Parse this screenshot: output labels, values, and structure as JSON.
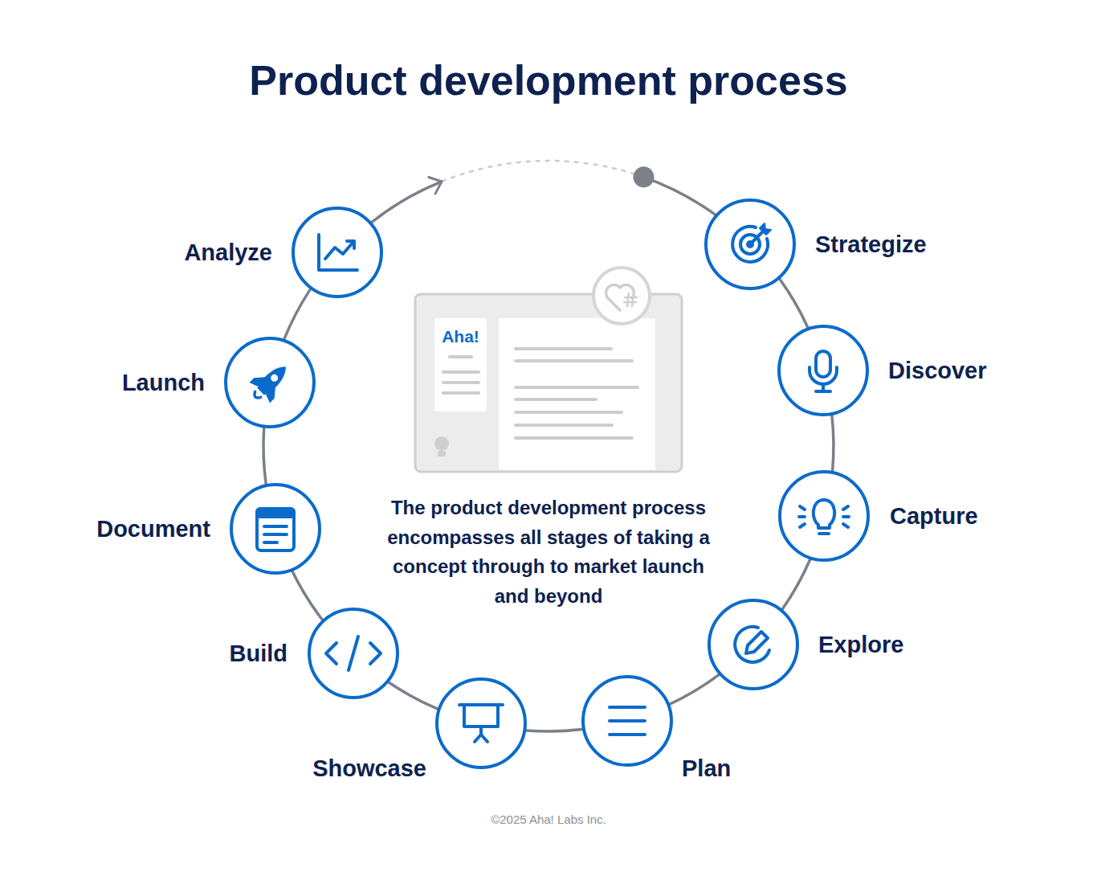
{
  "diagram": {
    "title": "Product development process",
    "caption": "The product development process encompasses all stages of taking a concept through to market launch and beyond",
    "nodes": [
      {
        "text": [
          "Strategize"
        ]
      },
      {
        "text": [
          "Discover"
        ]
      },
      {
        "text": [
          "Capture"
        ]
      },
      {
        "text": [
          "Explore"
        ]
      },
      {
        "text": [
          "Plan"
        ]
      },
      {
        "text": [
          "Showcase"
        ]
      },
      {
        "text": [
          "Build"
        ]
      },
      {
        "text": [
          "Document"
        ]
      },
      {
        "text": [
          "Launch"
        ]
      },
      {
        "text": [
          "Analyze"
        ]
      }
    ],
    "edges": [
      {
        "from": 0,
        "to": 1,
        "arrow": "none"
      },
      {
        "from": 1,
        "to": 2,
        "arrow": "none"
      },
      {
        "from": 2,
        "to": 3,
        "arrow": "none"
      },
      {
        "from": 3,
        "to": 4,
        "arrow": "none"
      },
      {
        "from": 4,
        "to": 5,
        "arrow": "none"
      },
      {
        "from": 5,
        "to": 6,
        "arrow": "none"
      },
      {
        "from": 6,
        "to": 7,
        "arrow": "none"
      },
      {
        "from": 7,
        "to": 8,
        "arrow": "none"
      },
      {
        "from": 8,
        "to": 9,
        "arrow": "none"
      },
      {
        "from": 9,
        "to": 0,
        "arrow": "to"
      }
    ],
    "labels": [
      "Aha!",
      "©2025 Aha! Labs Inc."
    ]
  }
}
